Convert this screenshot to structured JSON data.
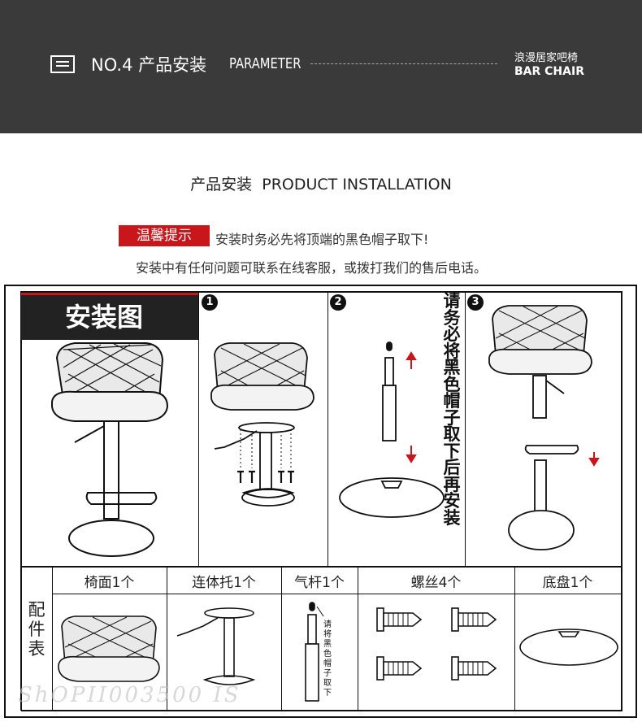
{
  "header": {
    "section": "NO.4 产品安装",
    "section_en": "PARAMETER",
    "brand_cn": "浪漫居家吧椅",
    "brand_en": "BAR CHAIR"
  },
  "title": "产品安装  PRODUCT INSTALLATION",
  "tip": {
    "badge": "温馨提示",
    "line1": "安装时务必先将顶端的黑色帽子取下!",
    "line2": "安装中有任何问题可联系在线客服，或拨打我们的售后电话。"
  },
  "diagram": {
    "title": "安装图",
    "steps": [
      "1",
      "2",
      "3"
    ],
    "note_vertical": "请务必将黑色帽子取下后再安装",
    "parts_label": "配件表",
    "parts": [
      "椅面1个",
      "连体托1个",
      "气杆1个",
      "螺丝4个",
      "底盘1个"
    ],
    "gas_rod_note": "请将黑色帽子取下"
  },
  "watermark": "ShOPII003500 IS"
}
